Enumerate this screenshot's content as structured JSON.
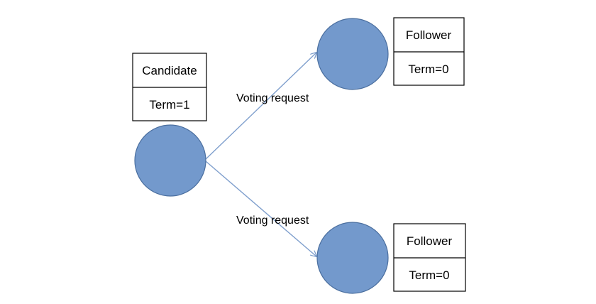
{
  "nodes": {
    "candidate": {
      "role": "Candidate",
      "term": "Term=1"
    },
    "follower_top": {
      "role": "Follower",
      "term": "Term=0"
    },
    "follower_bottom": {
      "role": "Follower",
      "term": "Term=0"
    }
  },
  "edges": {
    "to_top": {
      "label": "Voting request"
    },
    "to_bottom": {
      "label": "Voting request"
    }
  },
  "colors": {
    "node_fill": "#7399cc",
    "node_stroke": "#4b6f9f",
    "edge": "#7f9fcd"
  }
}
